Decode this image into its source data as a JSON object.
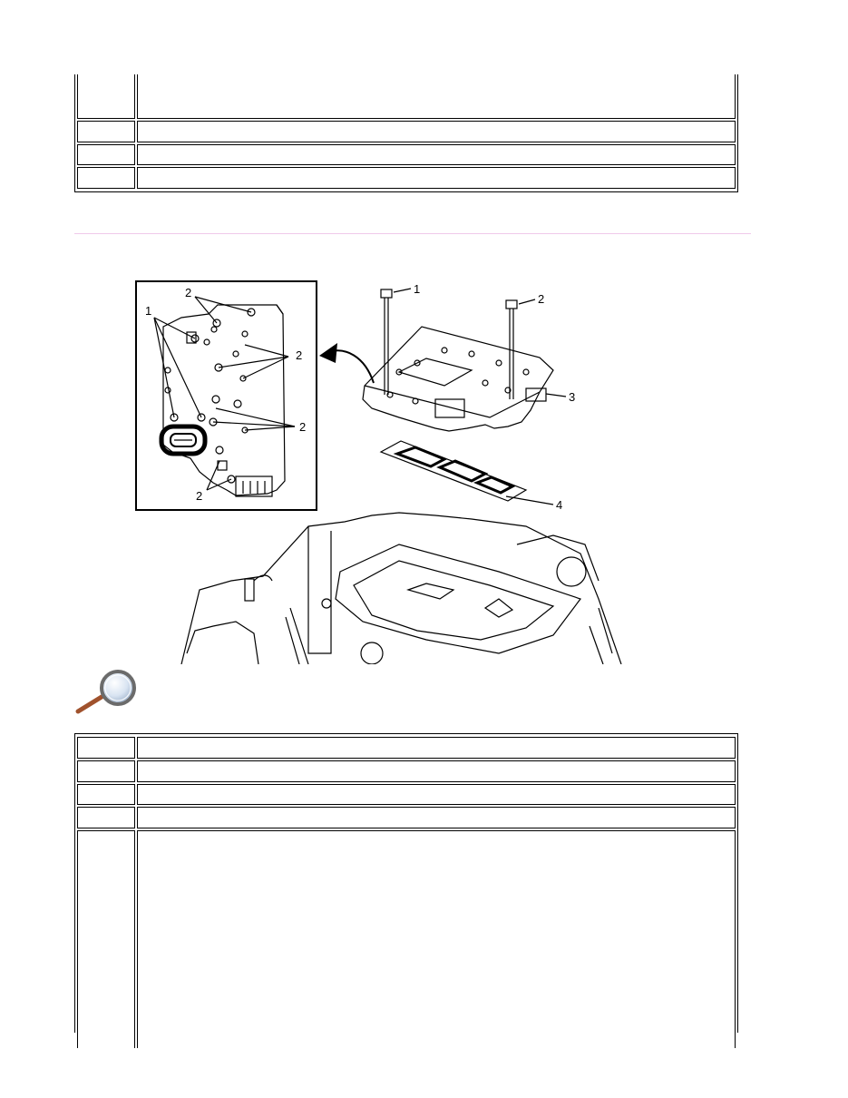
{
  "table_top": {
    "rows": [
      {
        "num": "",
        "text": ""
      },
      {
        "num": "",
        "text": ""
      },
      {
        "num": "",
        "text": ""
      },
      {
        "num": "",
        "text": ""
      }
    ]
  },
  "figure": {
    "inset_callouts": {
      "bolt_a": "1",
      "bolt_b": "2"
    },
    "callouts": {
      "one": "1",
      "two": "2",
      "three": "3",
      "four": "4"
    }
  },
  "icons": {
    "zoom": "magnifying-glass-icon"
  },
  "table_bottom": {
    "rows": [
      {
        "num": "",
        "text": ""
      },
      {
        "num": "",
        "text": ""
      },
      {
        "num": "",
        "text": ""
      },
      {
        "num": "",
        "text": ""
      },
      {
        "num": "",
        "text": ""
      }
    ]
  }
}
